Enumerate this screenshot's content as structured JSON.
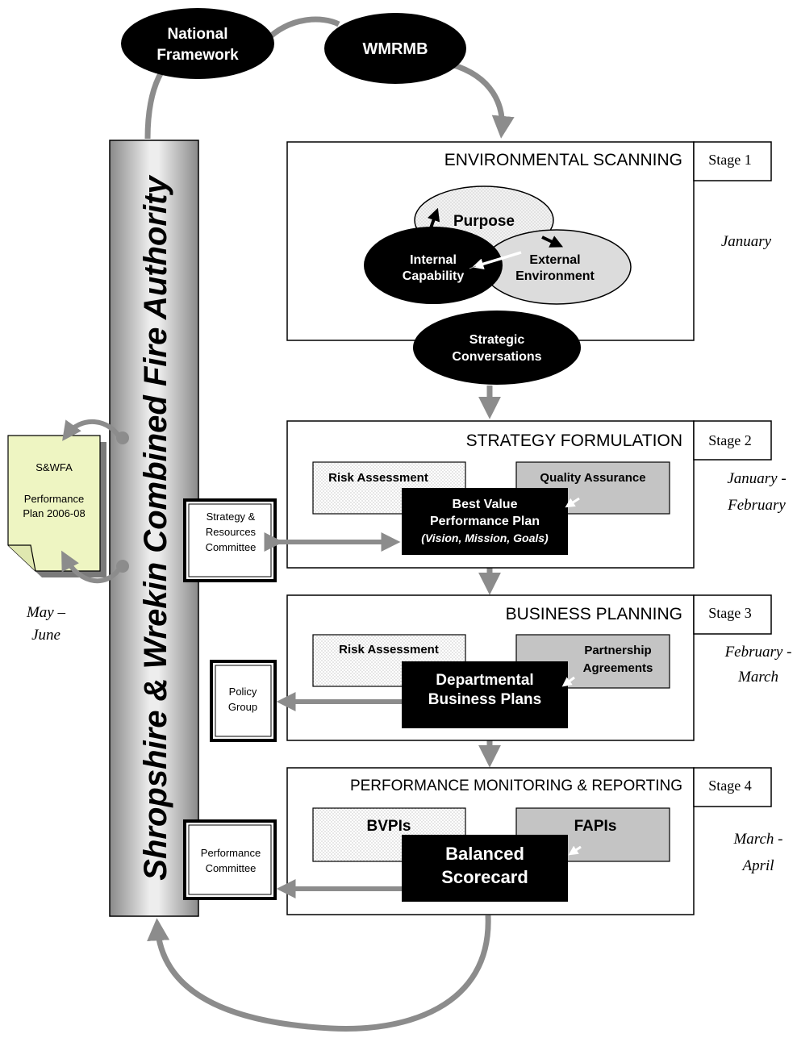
{
  "top_nodes": {
    "national_framework": [
      "National",
      "Framework"
    ],
    "wmrmb": "WMRMB"
  },
  "authority_bar": "Shropshire & Wrekin Combined Fire Authority",
  "performance_plan": {
    "org": "S&WFA",
    "line1": "Performance",
    "line2": "Plan 2006-08"
  },
  "may_june": [
    "May –",
    "June"
  ],
  "stage1": {
    "title": "ENVIRONMENTAL SCANNING",
    "stage": "Stage 1",
    "month": [
      "January"
    ],
    "purpose": "Purpose",
    "internal": [
      "Internal",
      "Capability"
    ],
    "external": [
      "External",
      "Environment"
    ],
    "conversations": [
      "Strategic",
      "Conversations"
    ]
  },
  "stage2": {
    "title": "STRATEGY FORMULATION",
    "stage": "Stage 2",
    "month": [
      "January -",
      "February"
    ],
    "risk": "Risk Assessment",
    "quality": "Quality Assurance",
    "center": [
      "Best Value",
      "Performance Plan",
      "(Vision, Mission, Goals)"
    ],
    "committee": [
      "Strategy &",
      "Resources",
      "Committee"
    ]
  },
  "stage3": {
    "title": "BUSINESS PLANNING",
    "stage": "Stage 3",
    "month": [
      "February -",
      "March"
    ],
    "risk": "Risk Assessment",
    "partnership": [
      "Partnership",
      "Agreements"
    ],
    "center": [
      "Departmental",
      "Business Plans"
    ],
    "committee": [
      "Policy",
      "Group"
    ]
  },
  "stage4": {
    "title": "PERFORMANCE MONITORING & REPORTING",
    "stage": "Stage 4",
    "month": [
      "March -",
      "April"
    ],
    "bvpis": "BVPIs",
    "fapis": "FAPIs",
    "center": [
      "Balanced",
      "Scorecard"
    ],
    "committee": [
      "Performance",
      "Committee"
    ]
  },
  "colors": {
    "arrow_grey": "#8c8c8c",
    "box_grey": "#c4c4c4",
    "light_oval": "#dcdcdc",
    "note_yellow": "#eef5c2",
    "bar_dark": "#8a8a8a",
    "bar_light": "#ededed"
  }
}
